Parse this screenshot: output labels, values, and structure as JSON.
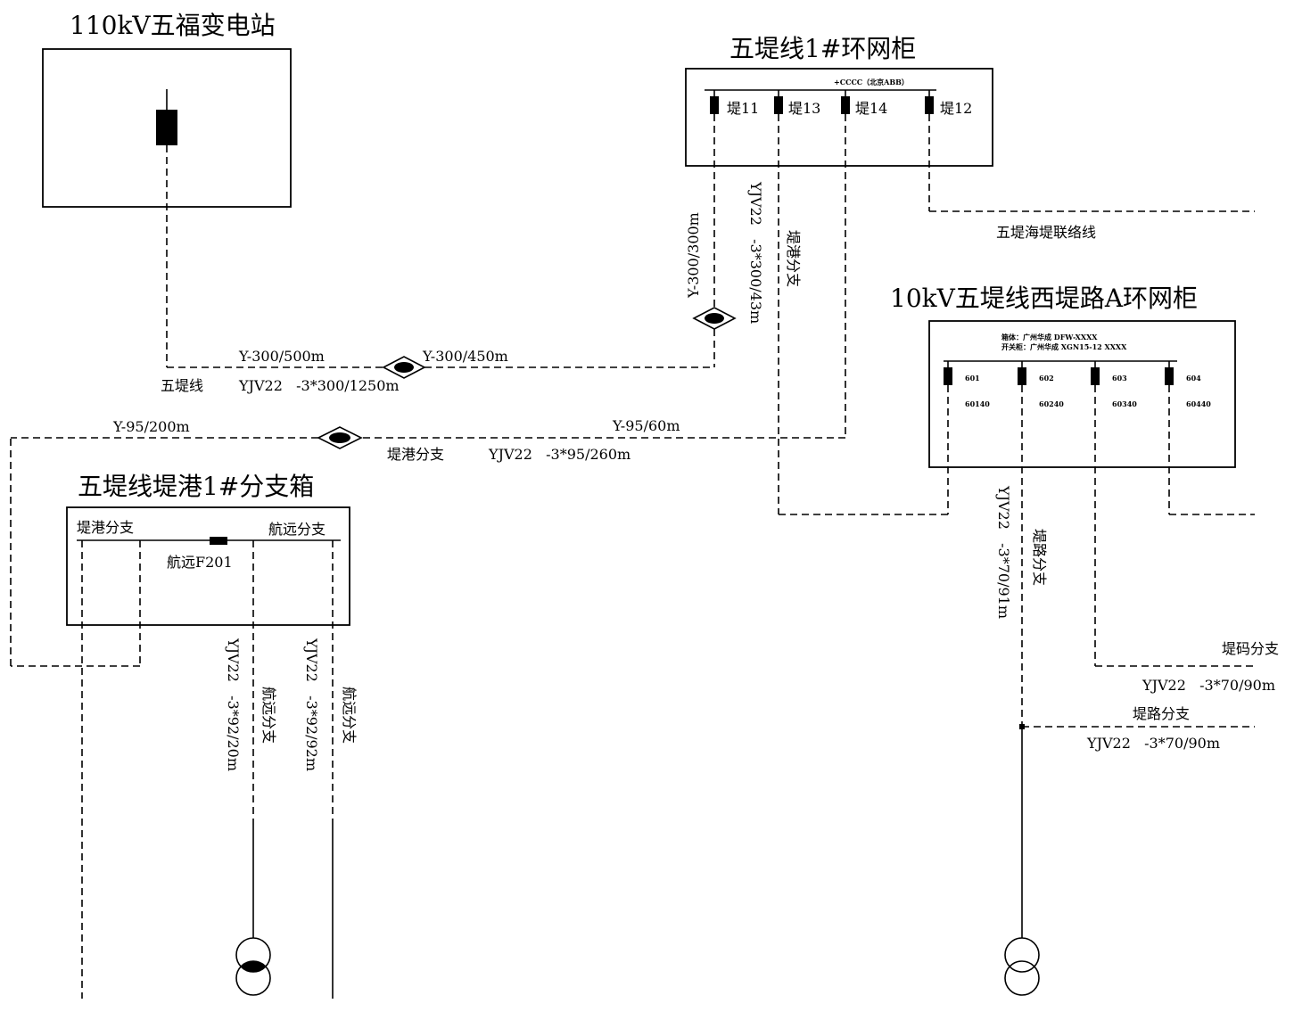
{
  "titles": {
    "wufu_substation": "110kV五福变电站",
    "ring_unit_1": "五堤线1#环网柜",
    "ring_unit_a": "10kV五堤线西堤路A环网柜",
    "branch_box": "五堤线堤港1#分支箱"
  },
  "ring_unit_1": {
    "header": "+CCCC（北京ABB）",
    "switches": [
      "堤11",
      "堤13",
      "堤14",
      "堤12"
    ]
  },
  "ring_unit_a": {
    "info_line1": "箱体：广州华成 DFW-XXXX",
    "info_line2": "开关柜：广州华成 XGN15-12 XXXX",
    "switches": [
      "601",
      "602",
      "603",
      "604"
    ],
    "switch_ids": [
      "60140",
      "60240",
      "60340",
      "60440"
    ]
  },
  "branch_box": {
    "left_label": "堤港分支",
    "right_label": "航远分支",
    "switch_label": "航远F201"
  },
  "lines": {
    "wudi_name": "五堤线",
    "wudi_seg1": "Y-300/500m",
    "wudi_seg2": "Y-300/450m",
    "wudi_spec": "YJV22   -3*300/1250m",
    "vert_seg": "Y-300/300m",
    "vert_spec": "YJV22   -3*300/43m",
    "digang_vert": "堤港分支",
    "haidi_link": "五堤海堤联络线",
    "digang_seg1": "Y-95/200m",
    "digang_seg2": "Y-95/60m",
    "digang_name": "堤港分支",
    "digang_spec": "YJV22   -3*95/260m",
    "hangyuan_spec1": "YJV22   -3*92/20m",
    "hangyuan_name1": "航远分支",
    "hangyuan_spec2": "YJV22   -3*92/92m",
    "hangyuan_name2": "航远分支",
    "dilu_vert_spec": "YJV22   -3*70/91m",
    "dilu_vert_name": "堤路分支",
    "dima_name": "堤码分支",
    "dima_spec": "YJV22   -3*70/90m",
    "dilu_name": "堤路分支",
    "dilu_spec": "YJV22   -3*70/90m"
  }
}
